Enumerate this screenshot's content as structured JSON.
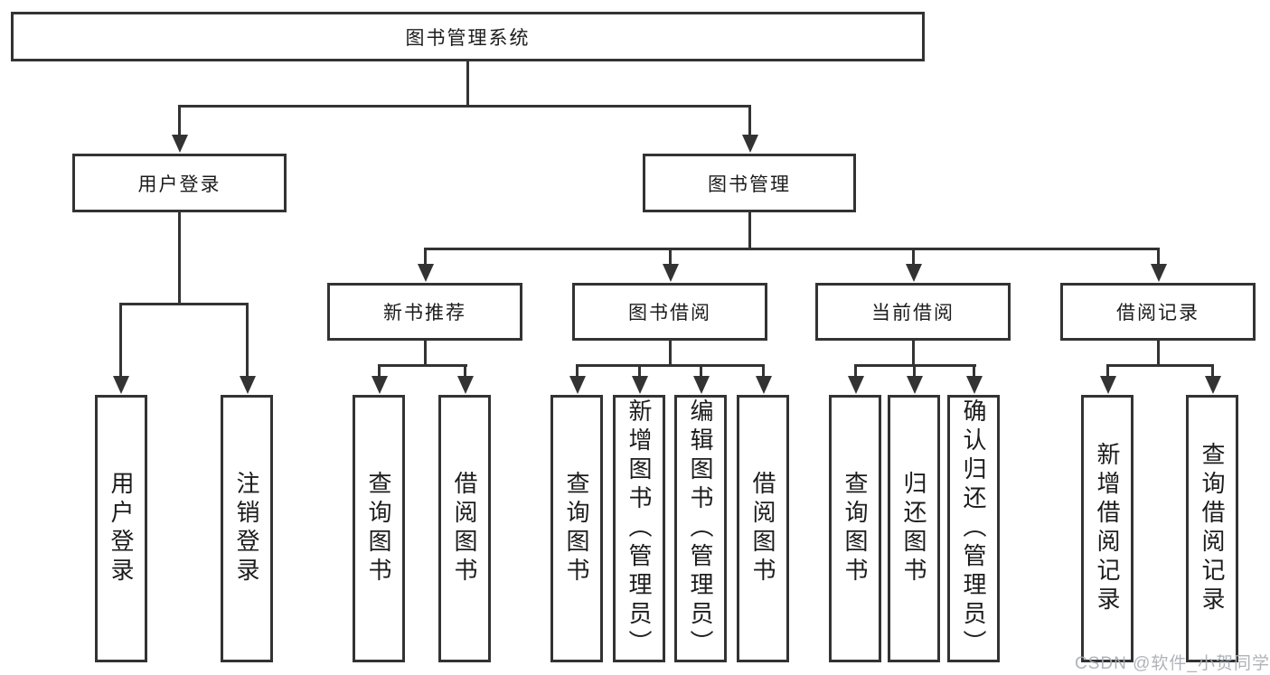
{
  "diagram": {
    "root": {
      "label": "图书管理系统"
    },
    "level2": [
      {
        "label": "用户登录"
      },
      {
        "label": "图书管理"
      }
    ],
    "level3": [
      {
        "label": "新书推荐"
      },
      {
        "label": "图书借阅"
      },
      {
        "label": "当前借阅"
      },
      {
        "label": "借阅记录"
      }
    ],
    "leaves": [
      {
        "label": "用户登录"
      },
      {
        "label": "注销登录"
      },
      {
        "label": "查询图书"
      },
      {
        "label": "借阅图书"
      },
      {
        "label": "查询图书"
      },
      {
        "label": "新增图书（管理员）"
      },
      {
        "label": "编辑图书（管理员）"
      },
      {
        "label": "借阅图书"
      },
      {
        "label": "查询图书"
      },
      {
        "label": "归还图书"
      },
      {
        "label": "确认归还（管理员）"
      },
      {
        "label": "新增借阅记录"
      },
      {
        "label": "查询借阅记录"
      }
    ],
    "colors": {
      "line": "#333333",
      "text": "#1c1c1c",
      "background": "#ffffff",
      "watermark": "#a6acb3"
    }
  },
  "watermark": "CSDN @软件_小贺同学"
}
